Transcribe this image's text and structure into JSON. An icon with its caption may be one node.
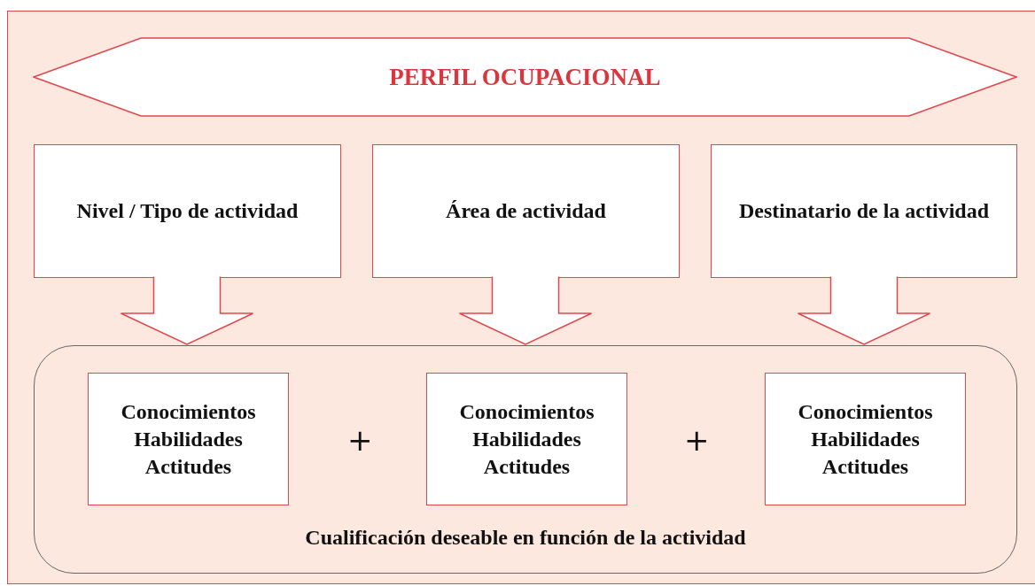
{
  "diagram": {
    "nodes": [
      {
        "text": [
          "PERFIL OCUPACIONAL"
        ]
      },
      {
        "text": [
          "Nivel / Tipo de actividad"
        ]
      },
      {
        "text": [
          "Área de actividad"
        ]
      },
      {
        "text": [
          "Destinatario de la actividad"
        ]
      },
      {
        "text": [
          "Cualificación deseable en función de la actividad"
        ]
      },
      {
        "text": [
          "Conocimientos",
          "Habilidades",
          "Actitudes"
        ],
        "in": 4
      },
      {
        "text": [
          "Conocimientos",
          "Habilidades",
          "Actitudes"
        ],
        "in": 4
      },
      {
        "text": [
          "Conocimientos",
          "Habilidades",
          "Actitudes"
        ],
        "in": 4
      }
    ],
    "edges": [
      {
        "from": 1,
        "to": 4,
        "arrow": "to"
      },
      {
        "from": 2,
        "to": 4,
        "arrow": "to"
      },
      {
        "from": 3,
        "to": 4,
        "arrow": "to"
      }
    ],
    "labels": [
      "+",
      "+"
    ]
  }
}
